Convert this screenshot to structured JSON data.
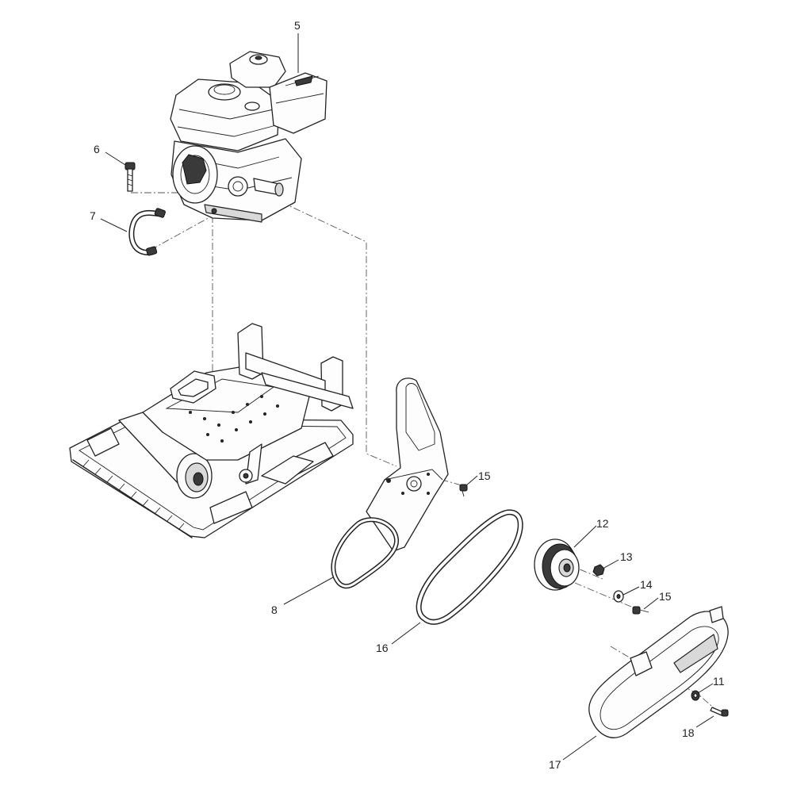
{
  "diagram": {
    "callouts": [
      {
        "id": "c5",
        "label": "5"
      },
      {
        "id": "c6",
        "label": "6"
      },
      {
        "id": "c7",
        "label": "7"
      },
      {
        "id": "c15a",
        "label": "15"
      },
      {
        "id": "c12",
        "label": "12"
      },
      {
        "id": "c13",
        "label": "13"
      },
      {
        "id": "c14",
        "label": "14"
      },
      {
        "id": "c15b",
        "label": "15"
      },
      {
        "id": "c8",
        "label": "8"
      },
      {
        "id": "c16",
        "label": "16"
      },
      {
        "id": "c11",
        "label": "11"
      },
      {
        "id": "c18",
        "label": "18"
      },
      {
        "id": "c17",
        "label": "17"
      }
    ]
  }
}
